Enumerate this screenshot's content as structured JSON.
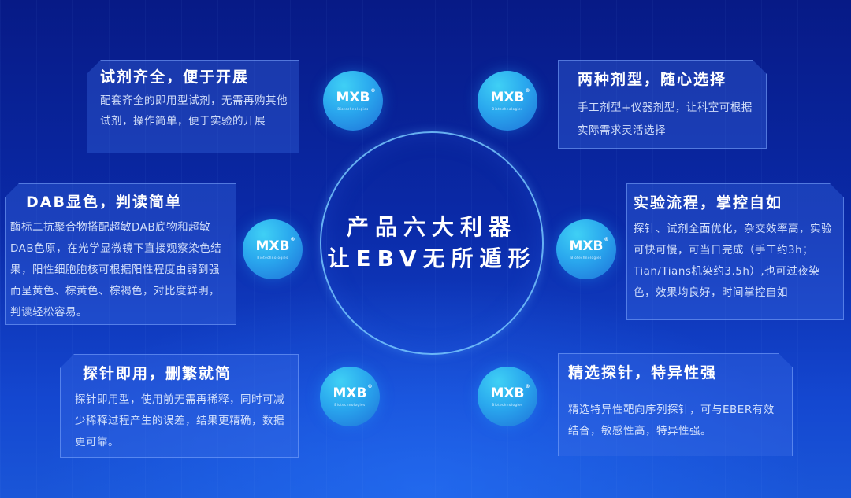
{
  "center": {
    "line1": "产品六大利器",
    "line2": "让EBV无所遁形"
  },
  "logo": {
    "mark": "MXB",
    "registered": "®",
    "subtitle": "Biotechnologies"
  },
  "features": [
    {
      "title": "试剂齐全，便于开展",
      "body": "配套齐全的即用型试剂，无需再购其他试剂，操作简单，便于实验的开展"
    },
    {
      "title": "两种剂型，随心选择",
      "body": "手工剂型+仪器剂型，让科室可根据实际需求灵活选择"
    },
    {
      "title": "DAB显色，判读简单",
      "body": "酶标二抗聚合物搭配超敏DAB底物和超敏DAB色原，在光学显微镜下直接观察染色结果，阳性细胞胞核可根据阳性程度由弱到强而呈黄色、棕黄色、棕褐色，对比度鲜明，判读轻松容易。"
    },
    {
      "title": "实验流程，掌控自如",
      "body": "探针、试剂全面优化，杂交效率高，实验可快可慢，可当日完成（手工约3h；Tian/Tians机染约3.5h）,也可过夜染色，效果均良好，时间掌控自如"
    },
    {
      "title": "探针即用，删繁就简",
      "body": "探针即用型，使用前无需再稀释，同时可减少稀释过程产生的误差，结果更精确，数据更可靠。"
    },
    {
      "title": "精选探针，特异性强",
      "body": "精选特异性靶向序列探针，可与EBER有效结合，敏感性高，特异性强。"
    }
  ],
  "colors": {
    "background_top": "#071a86",
    "background_bottom": "#1a56d8",
    "logo_light": "#3fd0f5",
    "logo_dark": "#1e6fd8",
    "circle_stroke": "#78c8ff"
  }
}
